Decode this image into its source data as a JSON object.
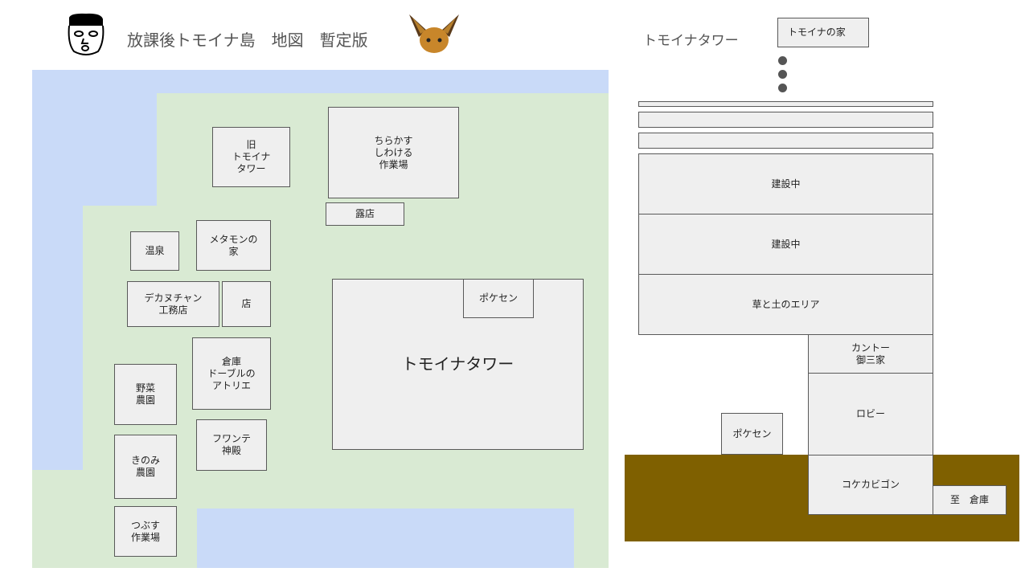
{
  "header": {
    "title": "放課後トモイナ島　地図　暫定版",
    "tower_title": "トモイナタワー"
  },
  "colors": {
    "water": "#c9daf8",
    "land": "#d9ead3",
    "ground": "#7f6000",
    "box": "#efefef"
  },
  "map": {
    "old_tower": "旧\nトモイナ\nタワー",
    "workshop": "ちらかす\nしわける\n作業場",
    "stall": "露店",
    "onsen": "温泉",
    "metamon": "メタモンの\n家",
    "dekanu": "デカヌチャン\n工務店",
    "shop": "店",
    "warehouse": "倉庫\nドーブルの\nアトリエ",
    "vegetable": "野菜\n農園",
    "fuwante": "フワンテ\n神殿",
    "kinomi": "きのみ\n農園",
    "tsubusu": "つぶす\n作業場",
    "tower": "トモイナタワー",
    "pokecen": "ポケセン"
  },
  "tower": {
    "home": "トモイナの家",
    "floors": [
      "建設中",
      "建設中",
      "草と土のエリア"
    ],
    "kanto": "カントー\n御三家",
    "lobby": "ロビー",
    "kokekabigon": "コケカビゴン",
    "to_warehouse": "至　倉庫",
    "pokecen": "ポケセン"
  }
}
